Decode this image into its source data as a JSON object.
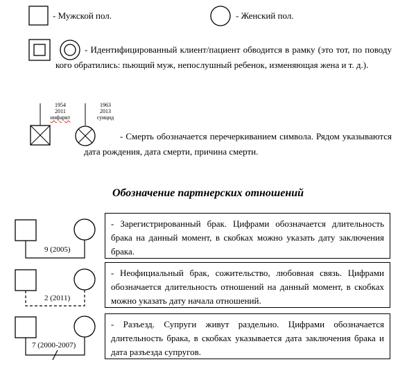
{
  "legend": {
    "male": "- Мужской пол.",
    "female": "- Женский пол.",
    "identified": "- Идентифицированный клиент/пациент обводится в рамку (это тот, по поводу кого обратились: пьющий муж, непослушный ребенок, изменяющая жена и т. д.).",
    "death_male": {
      "birth": "1954",
      "death": "2011",
      "cause": "инфаркт"
    },
    "death_female": {
      "birth": "1963",
      "death": "2013",
      "cause": "суицид"
    },
    "death": "- Смерть обозначается перечеркиванием символа. Рядом указываются дата рождения, дата смерти, причина смерти."
  },
  "section_title": "Обозначение партнерских отношений",
  "relations": [
    {
      "label": "9 (2005)",
      "line_style": "solid",
      "description": "- Зарегистрированный брак. Цифрами обозначается длительность брака на данный момент, в скобках можно указать дату заключения брака."
    },
    {
      "label": "2 (2011)",
      "line_style": "dashed",
      "description": "- Неофициальный брак, сожительство, любовная связь. Цифрами обозначается длительность отношений на данный момент, в скобках можно указать дату начала отношений."
    },
    {
      "label": "7 (2000-2007)",
      "line_style": "separated",
      "description": "- Разъезд. Супруги живут раздельно. Цифрами обозначается длительность брака, в скобках указывается дата заключения брака и дата разъезда супругов."
    }
  ]
}
